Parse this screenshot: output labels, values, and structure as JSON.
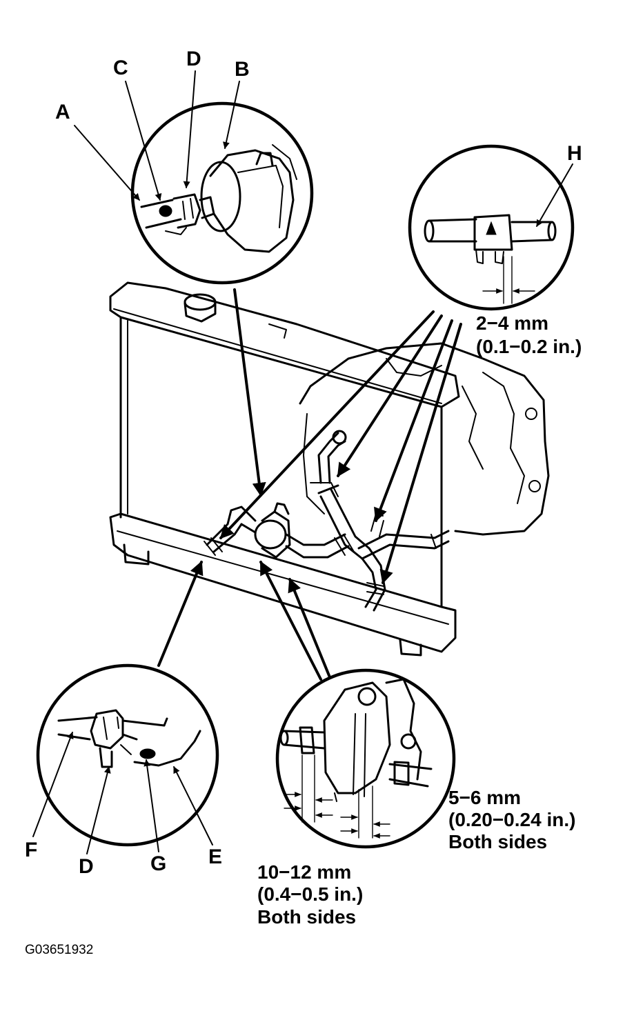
{
  "callouts": {
    "a": "A",
    "b": "B",
    "c": "C",
    "d_top": "D",
    "d_bottom": "D",
    "e": "E",
    "f": "F",
    "g": "G",
    "h": "H"
  },
  "measurements": {
    "hose_clamp_mm": "2−4 mm",
    "hose_clamp_in": "(0.1−0.2 in.)",
    "valve_right_mm": "5−6 mm",
    "valve_right_in": "(0.20−0.24 in.)",
    "valve_right_note": "Both sides",
    "valve_left_mm": "10−12 mm",
    "valve_left_in": "(0.4−0.5 in.)",
    "valve_left_note": "Both sides"
  },
  "figure_id": "G03651932"
}
